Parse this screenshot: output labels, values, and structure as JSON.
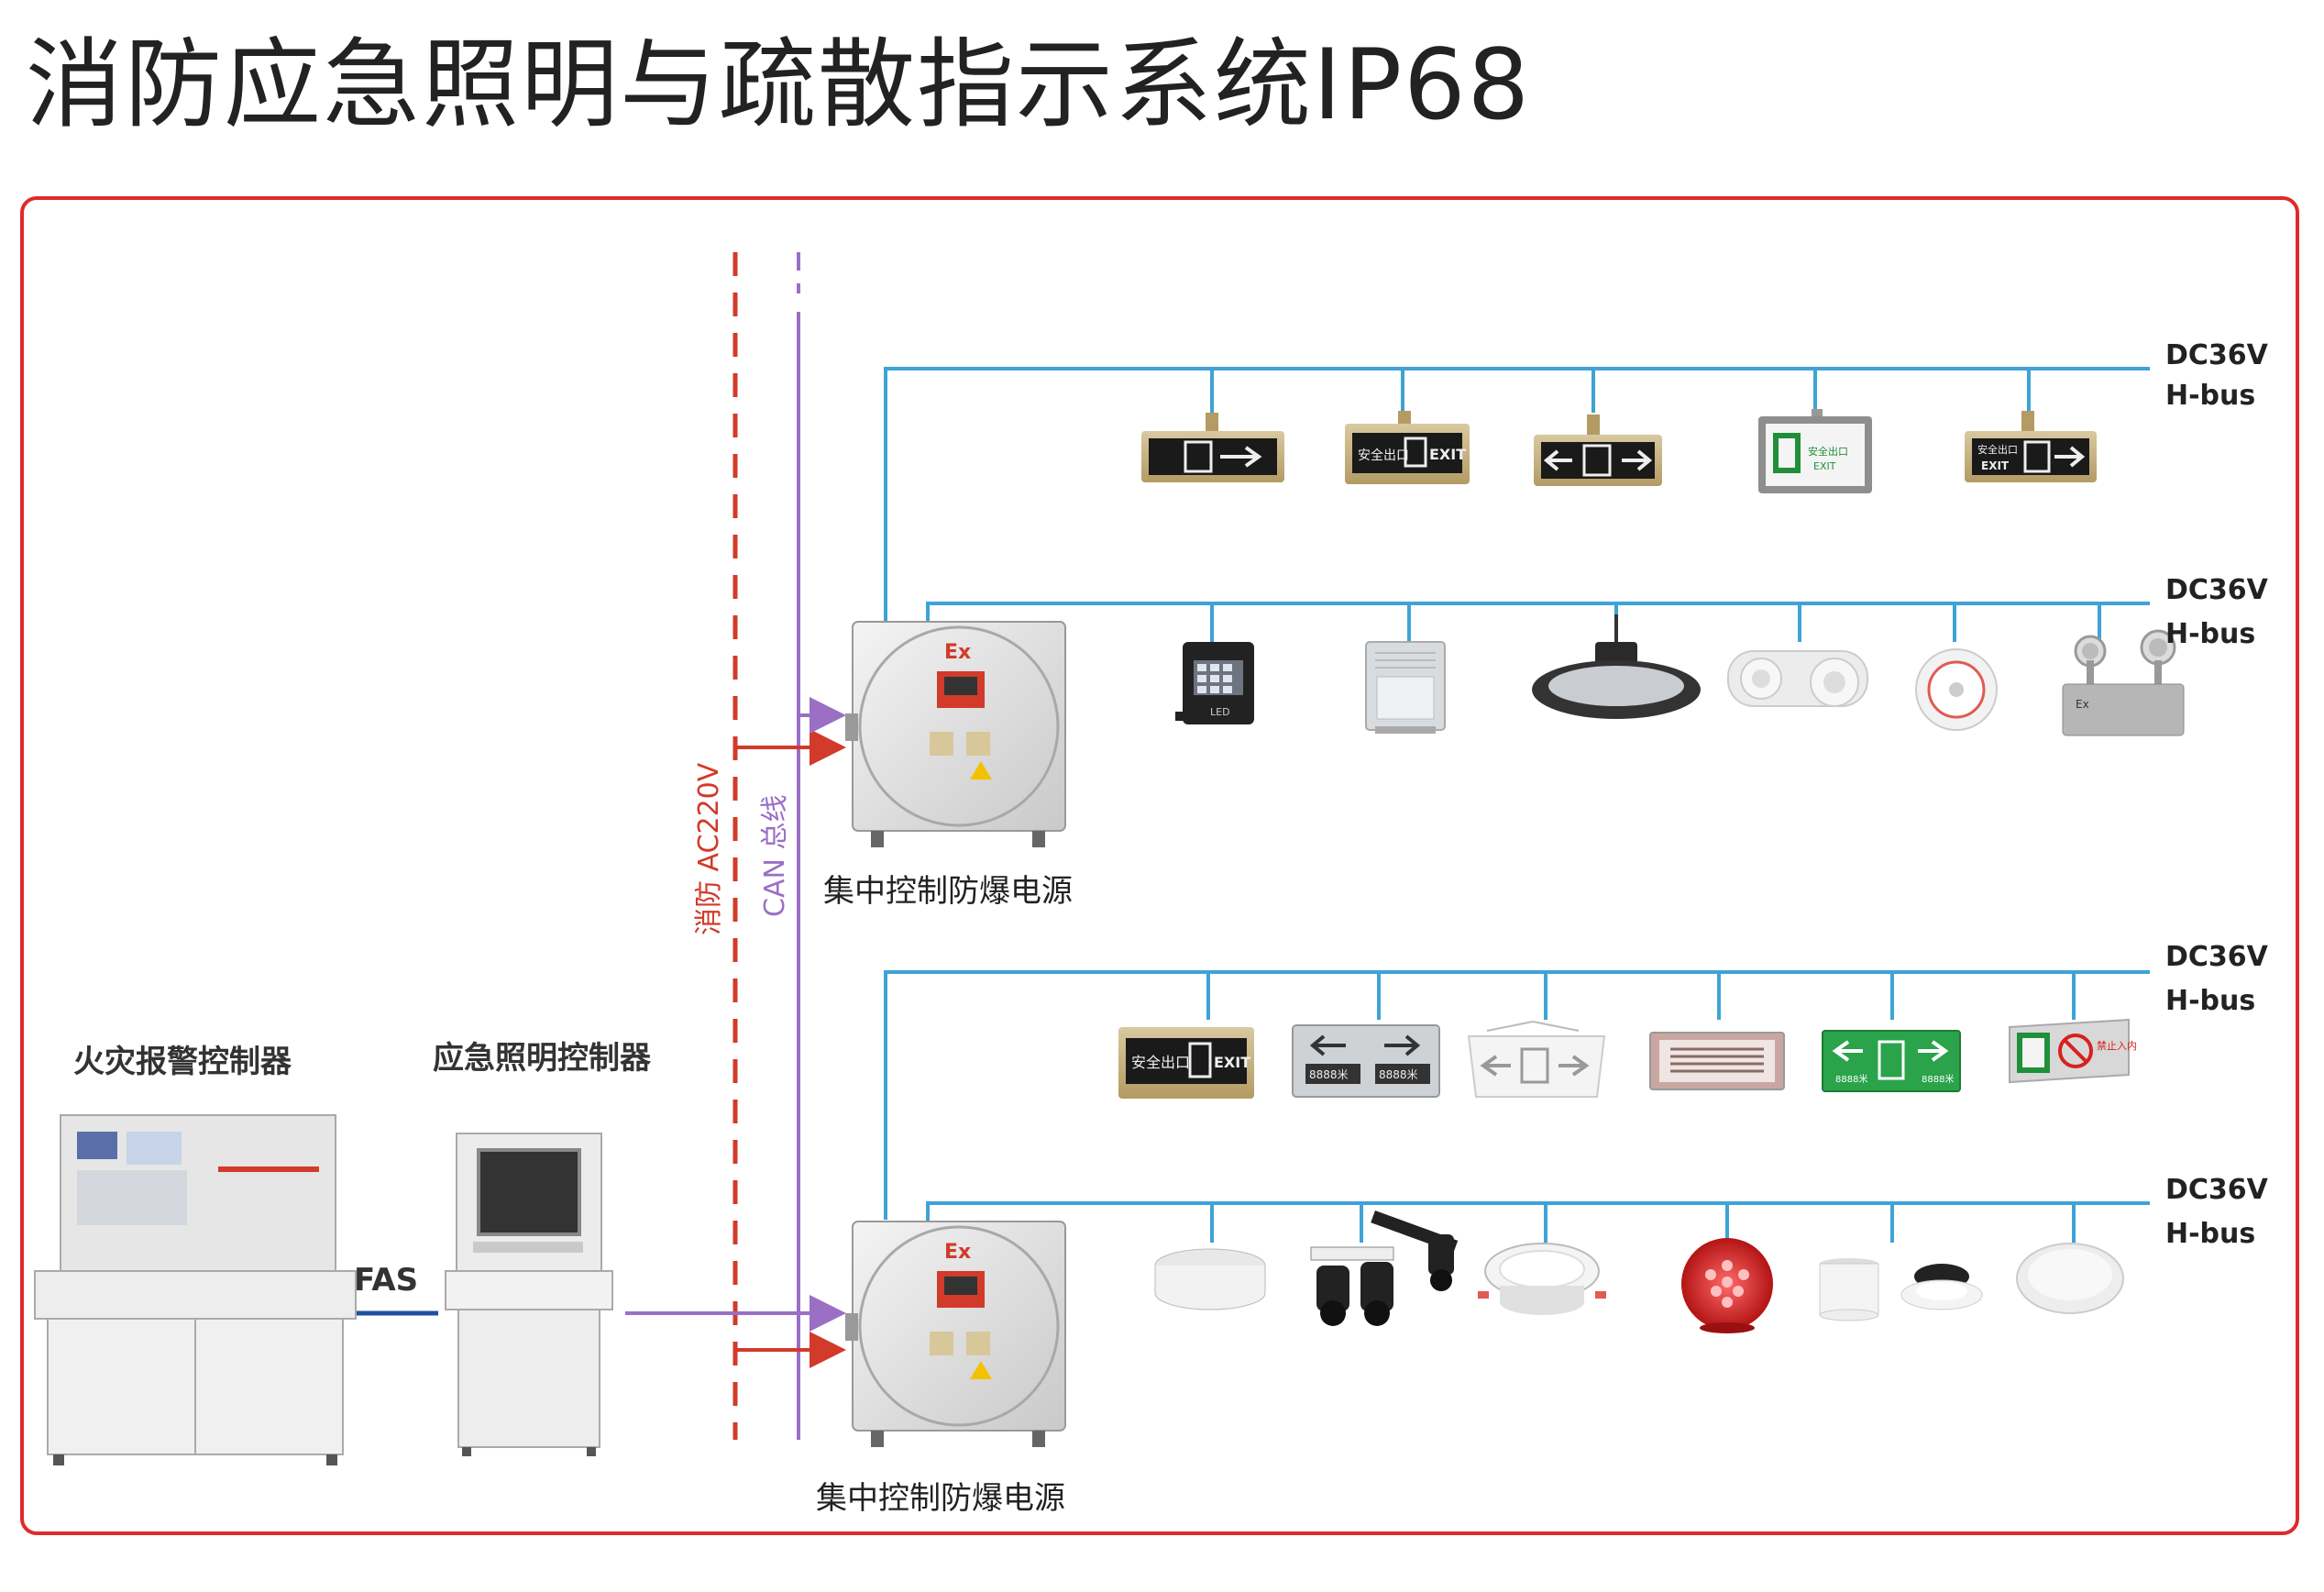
{
  "title": "消防应急照明与疏散指示系统IP68",
  "bus_labels": {
    "row1": [
      "DC36V",
      "H-bus"
    ],
    "row2": [
      "DC36V",
      "H-bus"
    ],
    "row3": [
      "DC36V",
      "H-bus"
    ],
    "row4": [
      "DC36V",
      "H-bus"
    ]
  },
  "lines": {
    "fire_power": "消防 AC220V",
    "can_bus": "CAN 总线"
  },
  "power_supplies": {
    "top": "集中控制防爆电源",
    "bottom": "集中控制防爆电源"
  },
  "controllers": {
    "fire_alarm": "火灾报警控制器",
    "emergency_lighting": "应急照明控制器",
    "link": "FAS"
  },
  "device_text": {
    "ex": "Ex",
    "exit_cn": "安全出口",
    "exit_en": "EXIT",
    "led": "LED",
    "counter": "8888米",
    "no_entry": "禁止入内"
  },
  "colors": {
    "bus_line": "#3fa3d6",
    "fire_line": "#d23a2a",
    "can_line": "#9a6fc4",
    "frame": "#e02a2a",
    "fas_line": "#1f4fa0"
  }
}
